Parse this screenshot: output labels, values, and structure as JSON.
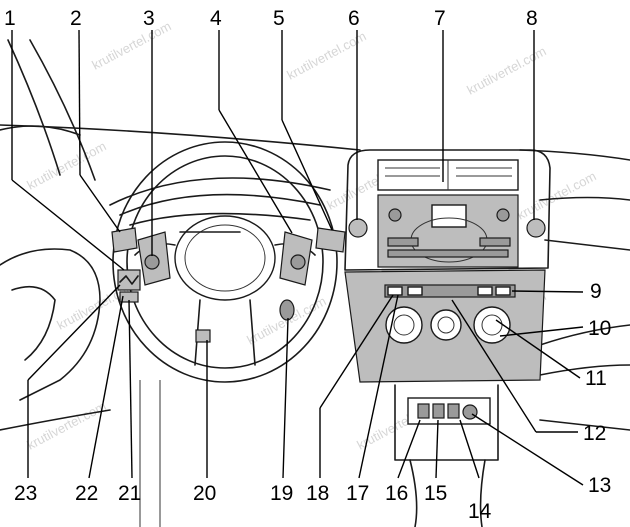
{
  "callouts": [
    "1",
    "2",
    "3",
    "4",
    "5",
    "6",
    "7",
    "8",
    "9",
    "10",
    "11",
    "12",
    "13",
    "14",
    "15",
    "16",
    "17",
    "18",
    "19",
    "20",
    "21",
    "22",
    "23"
  ],
  "watermark": "krutilvertel.com"
}
